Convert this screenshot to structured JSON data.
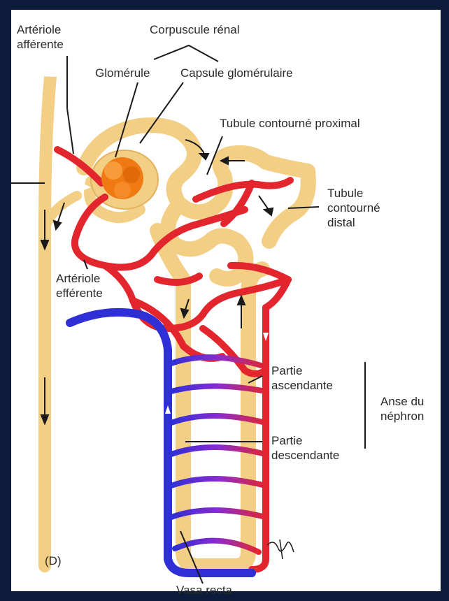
{
  "labels": {
    "arteriole_afferente": [
      "Artériole",
      "afférente"
    ],
    "corpuscule_renal": "Corpuscule rénal",
    "glomerule": "Glomérule",
    "capsule_glomerulaire": "Capsule glomérulaire",
    "tubule_proximal": "Tubule contourné proximal",
    "tubule_distal": [
      "Tubule",
      "contourné",
      "distal"
    ],
    "arteriole_efferente": [
      "Artériole",
      "efférente"
    ],
    "partie_ascendante": [
      "Partie",
      "ascendante"
    ],
    "partie_descendante": [
      "Partie",
      "descendante"
    ],
    "anse_du_nephron": [
      "Anse du",
      "néphron"
    ],
    "panel_letter": "(D)",
    "vasa_recta": "Vasa recta"
  },
  "colors": {
    "background": "#0c1b3a",
    "panel": "#ffffff",
    "tubule": "#f3cf86",
    "tubule_edge": "#e2b25c",
    "artery": "#e3262e",
    "vein": "#2f2fd6",
    "glomerulus": "#f07a12",
    "leader_line": "#1a1a1a"
  }
}
